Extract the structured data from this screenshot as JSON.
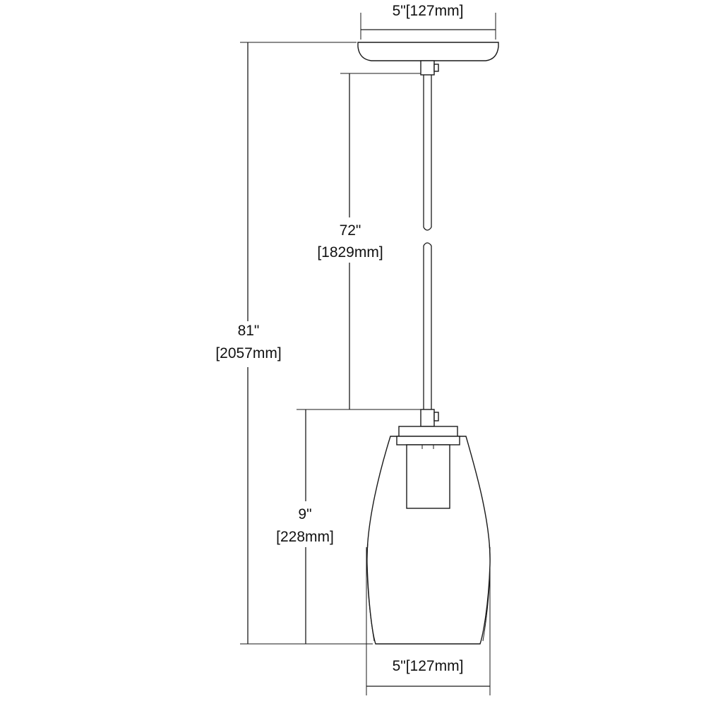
{
  "dimensions": {
    "canopy_width": "5\"[127mm]",
    "overall_height_in": "81\"",
    "overall_height_mm": "[2057mm]",
    "cord_length_in": "72\"",
    "cord_length_mm": "[1829mm]",
    "shade_height_in": "9\"",
    "shade_height_mm": "[228mm]",
    "shade_width": "5\"[127mm]"
  },
  "colors": {
    "line": "#1a1a1a",
    "background": "#ffffff"
  }
}
